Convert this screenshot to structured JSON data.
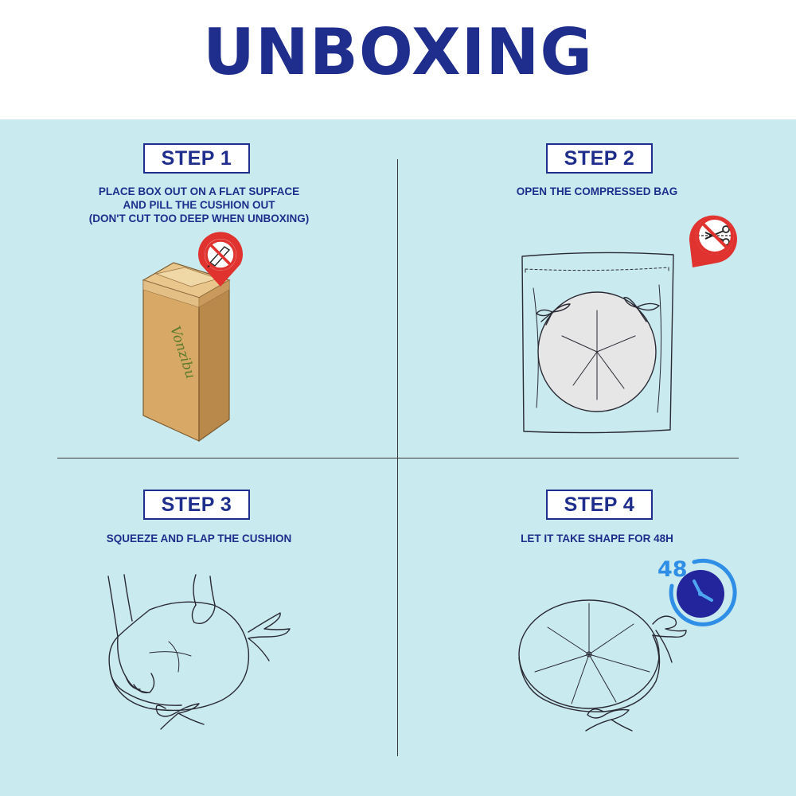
{
  "header": {
    "title": "UNBOXING"
  },
  "steps": [
    {
      "label": "STEP 1",
      "lines": [
        "PLACE BOX OUT ON A FLAT SUPFACE",
        "AND PILL THE CUSHION OUT",
        "(DON'T CUT TOO DEEP WHEN UNBOXING)"
      ]
    },
    {
      "label": "STEP 2",
      "lines": [
        "OPEN THE COMPRESSED BAG"
      ]
    },
    {
      "label": "STEP 3",
      "lines": [
        "SQUEEZE AND FLAP THE CUSHION"
      ]
    },
    {
      "label": "STEP 4",
      "lines": [
        "LET IT TAKE SHAPE FOR 48H"
      ]
    }
  ],
  "box_brand": "Vonzibu",
  "timer_label": "48",
  "icons": {
    "step1": "no-knife-icon",
    "step2": "no-scissors-icon",
    "step4": "clock-icon"
  },
  "colors": {
    "title": "#1f2e8c",
    "background": "#c9eaee",
    "warning_red": "#e0322f",
    "clock_blue": "#2f8ee6",
    "clock_face": "#23259c",
    "box_brown": "#d7a866"
  }
}
